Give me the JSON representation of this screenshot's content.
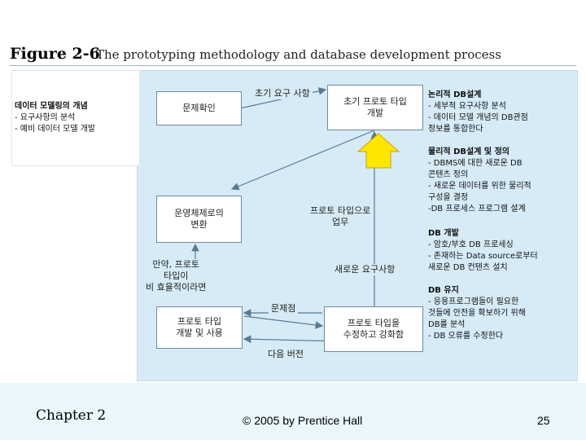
{
  "figure": {
    "label": "Figure 2-6",
    "caption": "The prototyping methodology and database development process"
  },
  "side_note": {
    "title": "데이터 모델링의 개념",
    "lines": [
      "- 요구사항의 분석",
      "- 예비 데이터 모델 개발"
    ]
  },
  "boxes": {
    "identify": "문제확인",
    "initial_proto": [
      "초기 프로토 타입",
      "개발"
    ],
    "convert": [
      "운영체제로의",
      "변환"
    ],
    "develop_use": [
      "프로토 타입",
      "개발 및 사용"
    ],
    "revise": [
      "프로토 타입을",
      "수정하고 강화함"
    ]
  },
  "flow_labels": {
    "initial_req": "초기 요구 사항",
    "work_proto": [
      "프로토 타입으로",
      "업무"
    ],
    "new_req": "새로운 요구사항",
    "if_inefficient": [
      "만약, 프로토",
      "타입이",
      "비 효율적이라면"
    ],
    "problems": "문제점",
    "next_version": "다음 버전"
  },
  "right_notes": [
    {
      "title": "논리적 DB설계",
      "lines": [
        "- 세부적 요구사항 분석",
        "- 데이터 모델 개념의 DB관점",
        "정보를 통합한다"
      ]
    },
    {
      "title": "물리적 DB설계 및 정의",
      "lines": [
        "- DBMS에 대한 새로운 DB",
        "콘텐츠 정의",
        "- 새로운 데이터를 위한 물리적",
        "구성을 결정",
        "-DB 프로세스 프로그램 설계"
      ]
    },
    {
      "title": "DB 개발",
      "lines": [
        "- 암호/부호 DB 프로세싱",
        "- 존재하는 Data source로부터",
        "새로운 DB 컨텐츠 설치"
      ]
    },
    {
      "title": "DB 유지",
      "lines": [
        "- 응용프로그램들이 필요한",
        "것들에 안전을 확보하기 위해",
        "DB를 분석",
        "- DB 오류를 수정한다"
      ]
    }
  ],
  "footer": {
    "chapter": "Chapter 2",
    "copyright": "© 2005 by Prentice Hall",
    "page": "25"
  },
  "colors": {
    "panel": "#d6ebf6",
    "arrow": "#5a7a92",
    "highlight_arrow_fill": "#ffe600",
    "highlight_arrow_stroke": "#c9a400"
  }
}
